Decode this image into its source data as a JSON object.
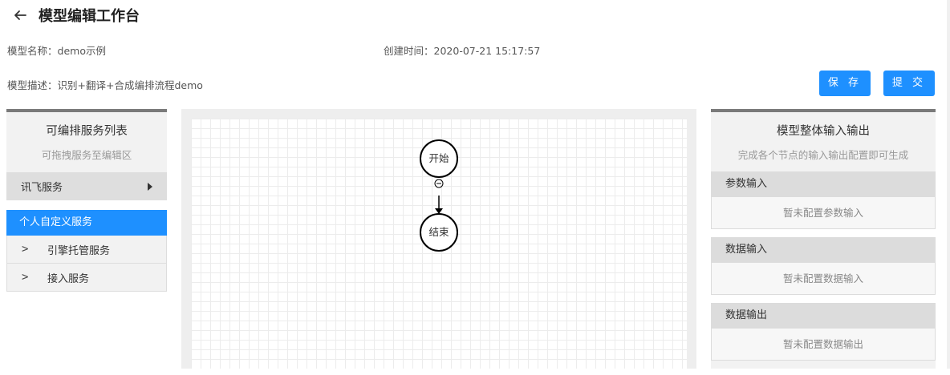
{
  "header": {
    "title": "模型编辑工作台"
  },
  "meta": {
    "name_label": "模型名称：",
    "name_value": "demo示例",
    "created_label": "创建时间：",
    "created_value": "2020-07-21 15:17:57",
    "desc_label": "模型描述：",
    "desc_value": "识别+翻译+合成编排流程demo"
  },
  "actions": {
    "save_label": "保 存",
    "submit_label": "提 交"
  },
  "left_panel": {
    "title": "可编排服务列表",
    "subtitle": "可拖拽服务至编辑区",
    "service": "讯飞服务",
    "group": "个人自定义服务",
    "items": [
      {
        "label": "引擎托管服务"
      },
      {
        "label": "接入服务"
      }
    ]
  },
  "flow": {
    "nodes": [
      {
        "label": "开始"
      },
      {
        "label": "结束"
      }
    ]
  },
  "right_panel": {
    "title": "模型整体输入输出",
    "subtitle": "完成各个节点的输入输出配置即可生成",
    "sections": [
      {
        "title": "参数输入",
        "empty": "暂未配置参数输入"
      },
      {
        "title": "数据输入",
        "empty": "暂未配置数据输入"
      },
      {
        "title": "数据输出",
        "empty": "暂未配置数据输出"
      }
    ]
  },
  "colors": {
    "primary": "#1e90ff",
    "panel_border": "#7a7a7a",
    "panel_bg": "#f2f2f2"
  }
}
